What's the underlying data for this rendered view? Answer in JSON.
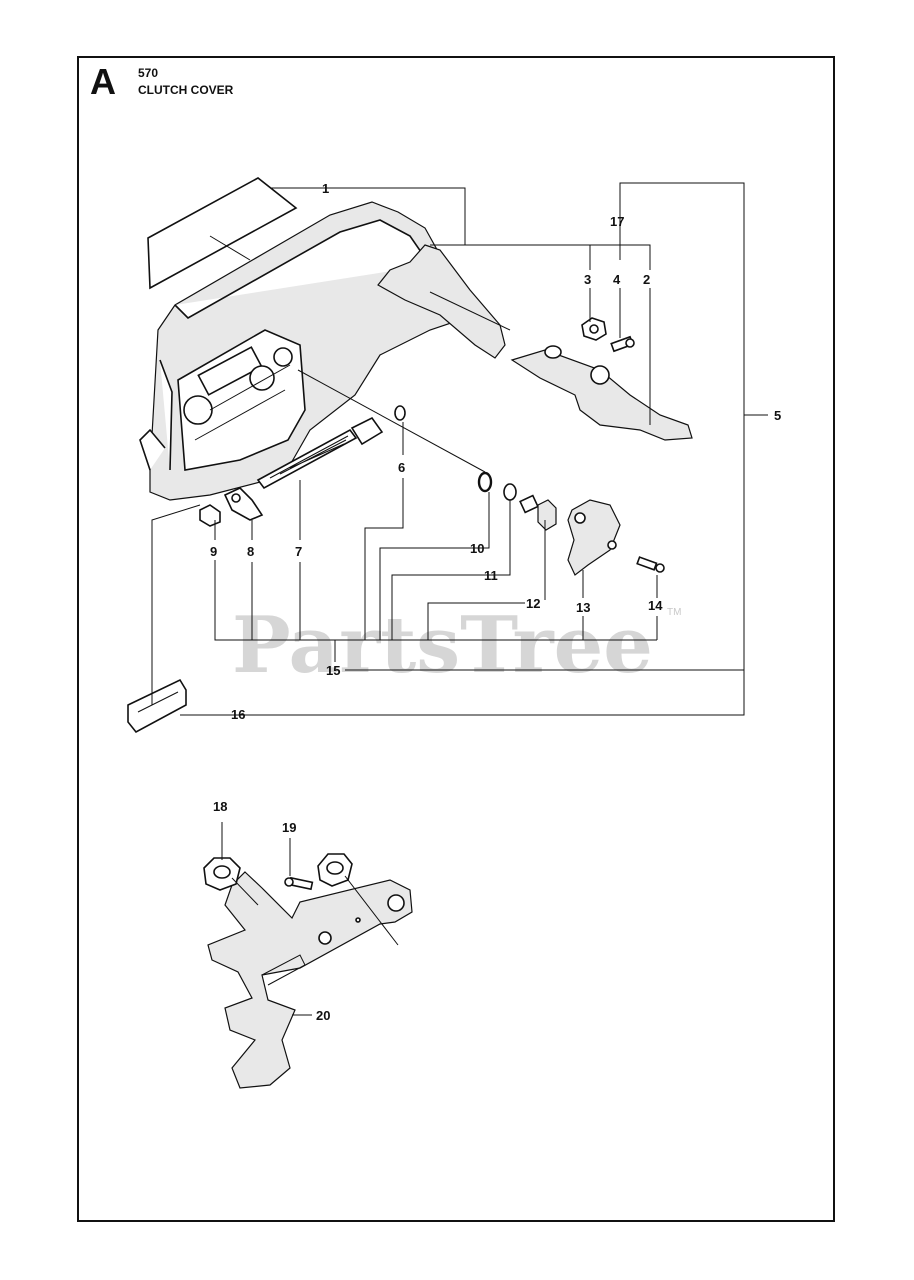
{
  "header": {
    "section_letter": "A",
    "model_number": "570",
    "section_title": "CLUTCH COVER"
  },
  "callouts": [
    {
      "id": "c1",
      "label": "1"
    },
    {
      "id": "c2",
      "label": "2"
    },
    {
      "id": "c3",
      "label": "3"
    },
    {
      "id": "c4",
      "label": "4"
    },
    {
      "id": "c5",
      "label": "5"
    },
    {
      "id": "c6",
      "label": "6"
    },
    {
      "id": "c7",
      "label": "7"
    },
    {
      "id": "c8",
      "label": "8"
    },
    {
      "id": "c9",
      "label": "9"
    },
    {
      "id": "c10",
      "label": "10"
    },
    {
      "id": "c11",
      "label": "11"
    },
    {
      "id": "c12",
      "label": "12"
    },
    {
      "id": "c13",
      "label": "13"
    },
    {
      "id": "c14",
      "label": "14"
    },
    {
      "id": "c15",
      "label": "15"
    },
    {
      "id": "c16",
      "label": "16"
    },
    {
      "id": "c17",
      "label": "17"
    },
    {
      "id": "c18",
      "label": "18"
    },
    {
      "id": "c19",
      "label": "19"
    },
    {
      "id": "c20",
      "label": "20"
    }
  ],
  "watermark": {
    "text": "PartsTree",
    "trademark": "TM"
  }
}
